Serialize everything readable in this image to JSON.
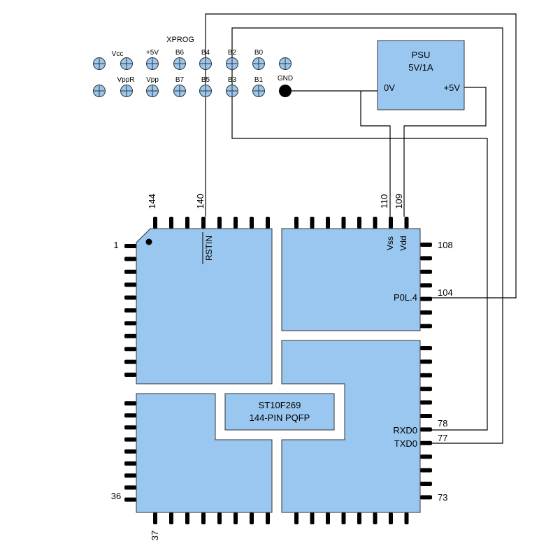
{
  "header": {
    "title": "XPROG",
    "top_row_labels": [
      "Vcc",
      "+5V",
      "B6",
      "B4",
      "B2",
      "B0"
    ],
    "bottom_row_labels": [
      "VppR",
      "Vpp",
      "B7",
      "B5",
      "B3",
      "B1"
    ],
    "gnd_label": "GND"
  },
  "psu": {
    "title": "PSU",
    "rating": "5V/1A",
    "pin_0v": "0V",
    "pin_5v": "+5V"
  },
  "chip": {
    "name": "ST10F269",
    "package": "144-PIN PQFP",
    "pin_numbers": {
      "p1": "1",
      "p36": "36",
      "p37": "37",
      "p73": "73",
      "p77": "77",
      "p78": "78",
      "p104": "104",
      "p108": "108",
      "p109": "109",
      "p110": "110",
      "p140": "140",
      "p144": "144"
    },
    "signals": {
      "rstin": "RSTIN",
      "vss": "Vss",
      "vdd": "Vdd",
      "p0l4": "P0L.4",
      "rxd0": "RXD0",
      "txd0": "TXD0"
    }
  },
  "colors": {
    "fill": "#9ac7f0",
    "wire": "#000000",
    "background": "#ffffff"
  }
}
